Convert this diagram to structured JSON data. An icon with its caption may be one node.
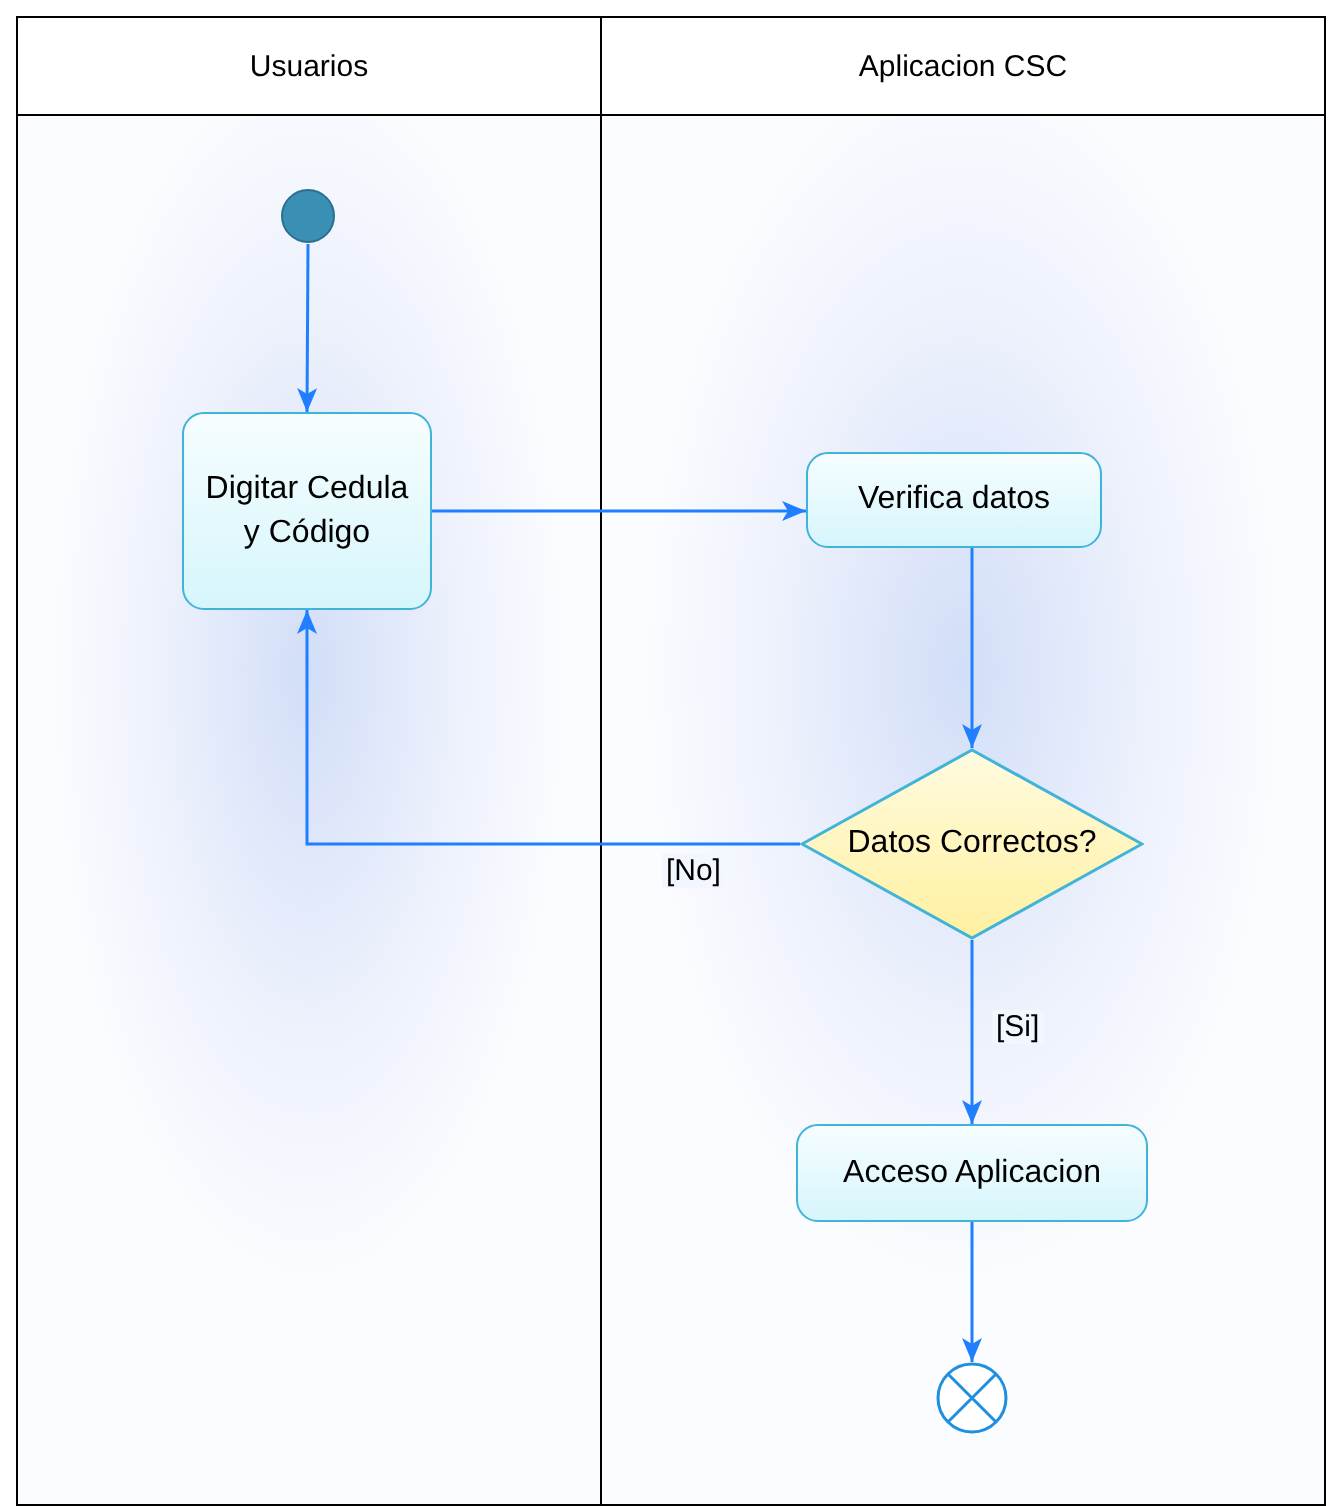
{
  "diagram": {
    "nodes": [
      {
        "text": [
          "Usuarios"
        ]
      },
      {
        "text": [
          "Aplicacion CSC"
        ]
      },
      {
        "text": [],
        "shape": "circle",
        "in": 0
      },
      {
        "text": [
          "Digitar Cedula y Código"
        ],
        "in": 0
      },
      {
        "text": [
          "Verifica datos"
        ],
        "in": 1
      },
      {
        "text": [
          "Datos Correctos?"
        ],
        "in": 1
      },
      {
        "text": [
          "Acceso Aplicacion"
        ],
        "in": 1
      },
      {
        "text": [],
        "shape": "circle",
        "in": 1
      }
    ],
    "edges": [
      {
        "from": 2,
        "to": 3,
        "arrow": "to"
      },
      {
        "from": 3,
        "to": 4,
        "arrow": "to"
      },
      {
        "from": 4,
        "to": 5,
        "arrow": "to"
      },
      {
        "from": 5,
        "to": 3,
        "arrow": "to",
        "label": "[No]"
      },
      {
        "from": 5,
        "to": 6,
        "arrow": "to",
        "label": "[Si]"
      },
      {
        "from": 6,
        "to": 7,
        "arrow": "to"
      }
    ]
  }
}
